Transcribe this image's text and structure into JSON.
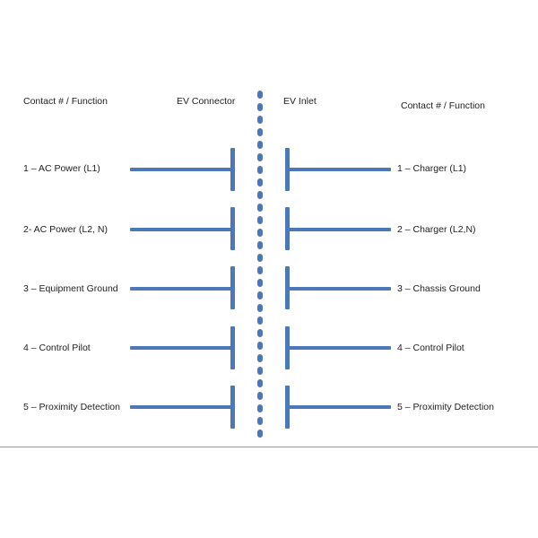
{
  "headers": {
    "left_function": "Contact # / Function",
    "connector": "EV Connector",
    "inlet": "EV Inlet",
    "right_function": "Contact # / Function"
  },
  "contacts": [
    {
      "connector_label": "1 – AC Power (L1)",
      "inlet_label": "1 – Charger (L1)"
    },
    {
      "connector_label": "2- AC Power (L2, N)",
      "inlet_label": "2 – Charger (L2,N)"
    },
    {
      "connector_label": "3 – Equipment Ground",
      "inlet_label": "3 – Chassis Ground"
    },
    {
      "connector_label": "4 – Control Pilot",
      "inlet_label": "4 – Control Pilot"
    },
    {
      "connector_label": "5 – Proximity Detection",
      "inlet_label": "5 – Proximity Detection"
    }
  ],
  "colors": {
    "line": "#4a78b8",
    "text": "#222222",
    "background": "#ffffff"
  }
}
